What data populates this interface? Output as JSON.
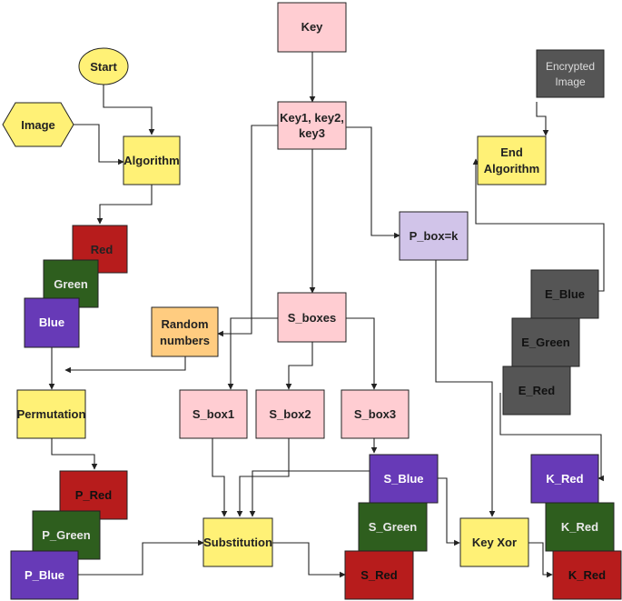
{
  "nodes": {
    "key": "Key",
    "start": "Start",
    "image": "Image",
    "algorithm": "Algorithm",
    "keys": [
      "Key1, key2,",
      "key3"
    ],
    "encrypted_image": [
      "Encrypted",
      "Image"
    ],
    "end_algorithm": [
      "End",
      "Algorithm"
    ],
    "red": "Red",
    "green": "Green",
    "blue": "Blue",
    "p_box": "P_box=k",
    "random_numbers": [
      "Random",
      "numbers"
    ],
    "s_boxes": "S_boxes",
    "permutation": "Permutation",
    "s_box1": "S_box1",
    "s_box2": "S_box2",
    "s_box3": "S_box3",
    "e_blue": "E_Blue",
    "e_green": "E_Green",
    "e_red": "E_Red",
    "p_red": "P_Red",
    "p_green": "P_Green",
    "p_blue": "P_Blue",
    "substitution": "Substitution",
    "s_blue": "S_Blue",
    "s_green": "S_Green",
    "s_red": "S_Red",
    "key_xor": "Key Xor",
    "k_red_top": "K_Red",
    "k_red_mid": "K_Red",
    "k_red_bottom": "K_Red"
  },
  "colors": {
    "pink": "#ffcdd2",
    "yellow": "#fff176",
    "red": "#b71c1c",
    "green": "#2e5e1e",
    "purple": "#673ab7",
    "lavender": "#d1c4e9",
    "orange": "#ffcc80",
    "gray": "#555555",
    "line": "#222222"
  }
}
